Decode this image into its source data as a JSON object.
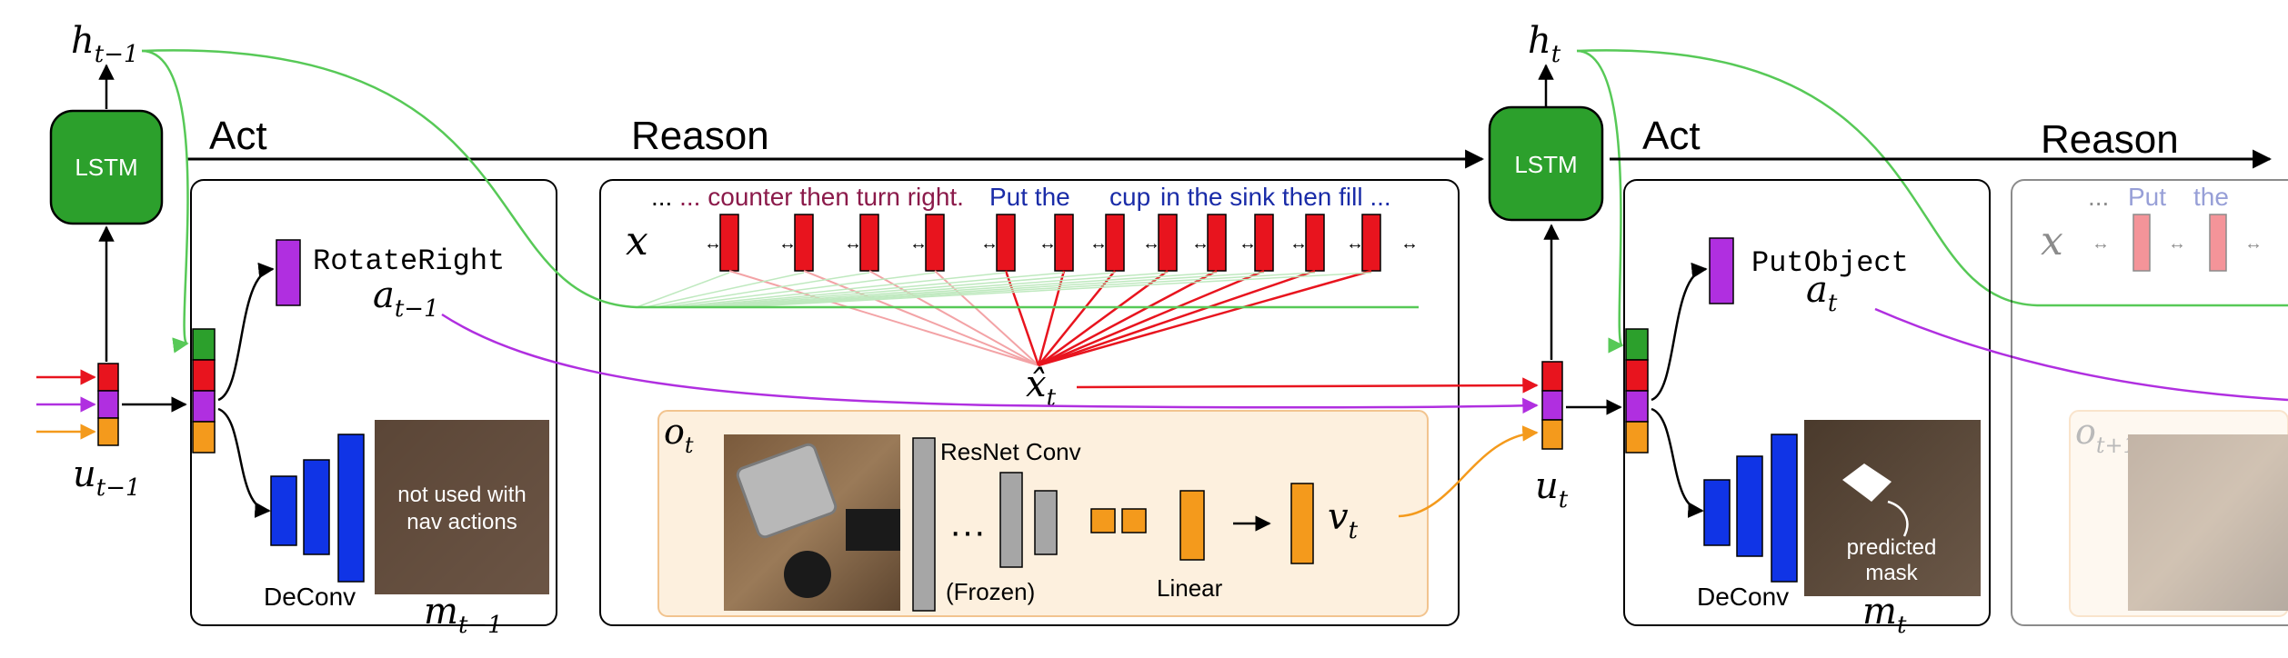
{
  "colors": {
    "lstm_fill": "#2ca02c",
    "lstm_border": "#000000",
    "red": "#e8141e",
    "purple": "#b02fe0",
    "orange": "#f49a1c",
    "green_line": "#57c957",
    "blue": "#1034e6",
    "gray_block": "#a6a6a6",
    "orange_panel": "#fdf0de",
    "text_maroon": "#8b1a4a",
    "text_blue": "#1a2ca8"
  },
  "left": {
    "hidden_prev": "h",
    "hidden_prev_sub": "t−1",
    "lstm_label": "LSTM",
    "act_label": "Act",
    "reason_label": "Reason",
    "input_label": "u",
    "input_sub": "t−1",
    "action_name": "RotateRight",
    "action_var": "a",
    "action_sub": "t−1",
    "deconv_label": "DeConv",
    "mask_var": "m",
    "mask_sub": "t−1",
    "mask_note_line1": "not used with",
    "mask_note_line2": "nav actions"
  },
  "reason": {
    "sentence_left": "... counter then turn right.",
    "sentence_put": "Put the",
    "sentence_cup": "cup",
    "sentence_rest": "in the sink then fill ...",
    "x_var": "x",
    "xhat_var": "x̂",
    "xhat_sub": "t",
    "obs_var": "o",
    "obs_sub": "t",
    "resnet_label": "ResNet Conv",
    "frozen_label": "(Frozen)",
    "ellipsis": "···",
    "linear_label": "Linear",
    "v_var": "v",
    "v_sub": "t"
  },
  "right": {
    "hidden_cur": "h",
    "hidden_cur_sub": "t",
    "lstm_label": "LSTM",
    "act_label": "Act",
    "reason_label": "Reason",
    "input_label": "u",
    "input_sub": "t",
    "action_name": "PutObject",
    "action_var": "a",
    "action_sub": "t",
    "deconv_label": "DeConv",
    "mask_var": "m",
    "mask_sub": "t",
    "mask_note_line1": "predicted",
    "mask_note_line2": "mask",
    "faded_ellipsis": "...",
    "faded_put": "Put",
    "faded_the": "the",
    "faded_x": "x",
    "faded_obs": "o",
    "faded_obs_sub": "t+1"
  }
}
